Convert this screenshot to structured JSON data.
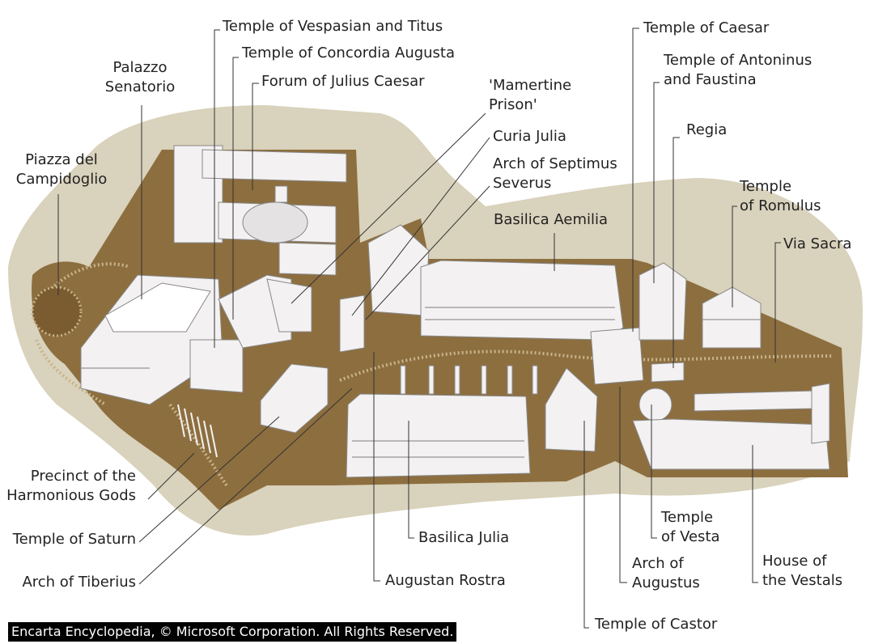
{
  "labels": {
    "vespasian": "Temple of Vespasian and Titus",
    "concordia": "Temple of Concordia Augusta",
    "forum_julius": "Forum of Julius Caesar",
    "palazzo": "Palazzo\nSenatorio",
    "piazza": "Piazza del\nCampidoglio",
    "mamertine": "'Mamertine\nPrison'",
    "curia": "Curia Julia",
    "arch_septimus": "Arch of Septimus\nSeverus",
    "basilica_aemilia": "Basilica Aemilia",
    "temple_caesar": "Temple of Caesar",
    "antoninus": "Temple of Antoninus\nand Faustina",
    "regia": "Regia",
    "romulus": "Temple\nof Romulus",
    "via_sacra": "Via Sacra",
    "precinct": "Precinct of the\nHarmonious Gods",
    "saturn": "Temple of Saturn",
    "arch_tiberius": "Arch of Tiberius",
    "basilica_julia": "Basilica Julia",
    "rostra": "Augustan Rostra",
    "vesta": "Temple\nof Vesta",
    "arch_augustus": "Arch of\nAugustus",
    "vestals": "House of\nthe Vestals",
    "castor": "Temple of Castor"
  },
  "credit": "Encarta Encyclopedia, © Microsoft Corporation. All Rights Reserved.",
  "colors": {
    "outer_area": "#d9d2bc",
    "ground": "#8d6e3f",
    "building": "#f3f1f1",
    "building_shade": "#cfcccc",
    "leader_line": "#333333"
  }
}
